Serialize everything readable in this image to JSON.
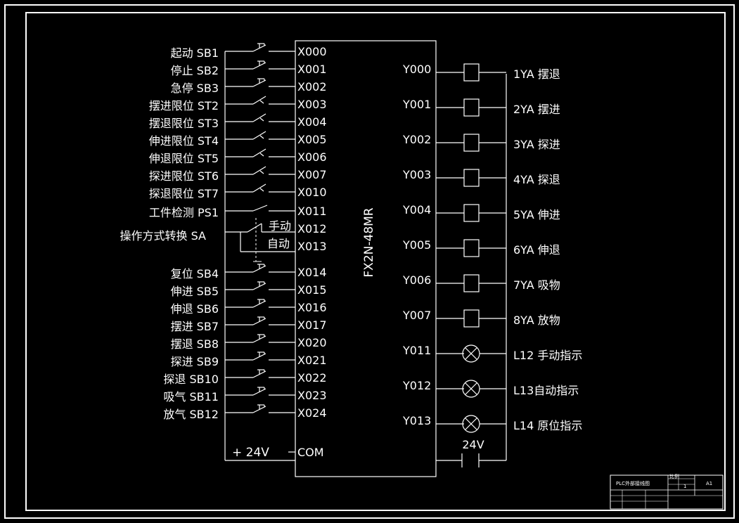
{
  "plc_model": "FX2N-48MR",
  "inputs": [
    {
      "label": "起动 SB1",
      "addr": "X000",
      "type": "pb"
    },
    {
      "label": "停止 SB2",
      "addr": "X001",
      "type": "pb"
    },
    {
      "label": "急停 SB3",
      "addr": "X002",
      "type": "pb"
    },
    {
      "label": "摆进限位 ST2",
      "addr": "X003",
      "type": "ls"
    },
    {
      "label": "摆退限位 ST3",
      "addr": "X004",
      "type": "ls"
    },
    {
      "label": "伸进限位 ST4",
      "addr": "X005",
      "type": "ls"
    },
    {
      "label": "伸退限位 ST5",
      "addr": "X006",
      "type": "ls"
    },
    {
      "label": "探进限位 ST6",
      "addr": "X007",
      "type": "ls"
    },
    {
      "label": "探退限位 ST7",
      "addr": "X010",
      "type": "ls"
    },
    {
      "label": "工件检测 PS1",
      "addr": "X011",
      "type": "no"
    },
    {
      "label": "复位 SB4",
      "addr": "X014",
      "type": "pb"
    },
    {
      "label": "伸进 SB5",
      "addr": "X015",
      "type": "pb"
    },
    {
      "label": "伸退 SB6",
      "addr": "X016",
      "type": "pb"
    },
    {
      "label": "摆进 SB7",
      "addr": "X017",
      "type": "pb"
    },
    {
      "label": "摆退 SB8",
      "addr": "X020",
      "type": "pb"
    },
    {
      "label": "探进 SB9",
      "addr": "X021",
      "type": "pb"
    },
    {
      "label": "探退 SB10",
      "addr": "X022",
      "type": "pb"
    },
    {
      "label": "吸气 SB11",
      "addr": "X023",
      "type": "pb"
    },
    {
      "label": "放气 SB12",
      "addr": "X024",
      "type": "pb"
    }
  ],
  "selector": {
    "label": "操作方式转换 SA",
    "manual_label": "手动",
    "auto_label": "自动",
    "manual_addr": "X012",
    "auto_addr": "X013"
  },
  "input_supply": {
    "label": "+ 24V",
    "com": "COM"
  },
  "outputs": [
    {
      "addr": "Y000",
      "label": "1YA 摆退",
      "type": "coil"
    },
    {
      "addr": "Y001",
      "label": "2YA 摆进",
      "type": "coil"
    },
    {
      "addr": "Y002",
      "label": "3YA 探进",
      "type": "coil"
    },
    {
      "addr": "Y003",
      "label": "4YA 探退",
      "type": "coil"
    },
    {
      "addr": "Y004",
      "label": "5YA 伸进",
      "type": "coil"
    },
    {
      "addr": "Y005",
      "label": "6YA 伸退",
      "type": "coil"
    },
    {
      "addr": "Y006",
      "label": "7YA 吸物",
      "type": "coil"
    },
    {
      "addr": "Y007",
      "label": "8YA 放物",
      "type": "coil"
    },
    {
      "addr": "Y011",
      "label": "L12 手动指示",
      "type": "lamp"
    },
    {
      "addr": "Y012",
      "label": "L13自动指示",
      "type": "lamp"
    },
    {
      "addr": "Y013",
      "label": "L14 原位指示",
      "type": "lamp"
    }
  ],
  "output_supply": {
    "label": "24V"
  },
  "title_block": {
    "title": "PLC外部接线图",
    "sheet": "A1",
    "cells": [
      "比例",
      "1"
    ]
  }
}
